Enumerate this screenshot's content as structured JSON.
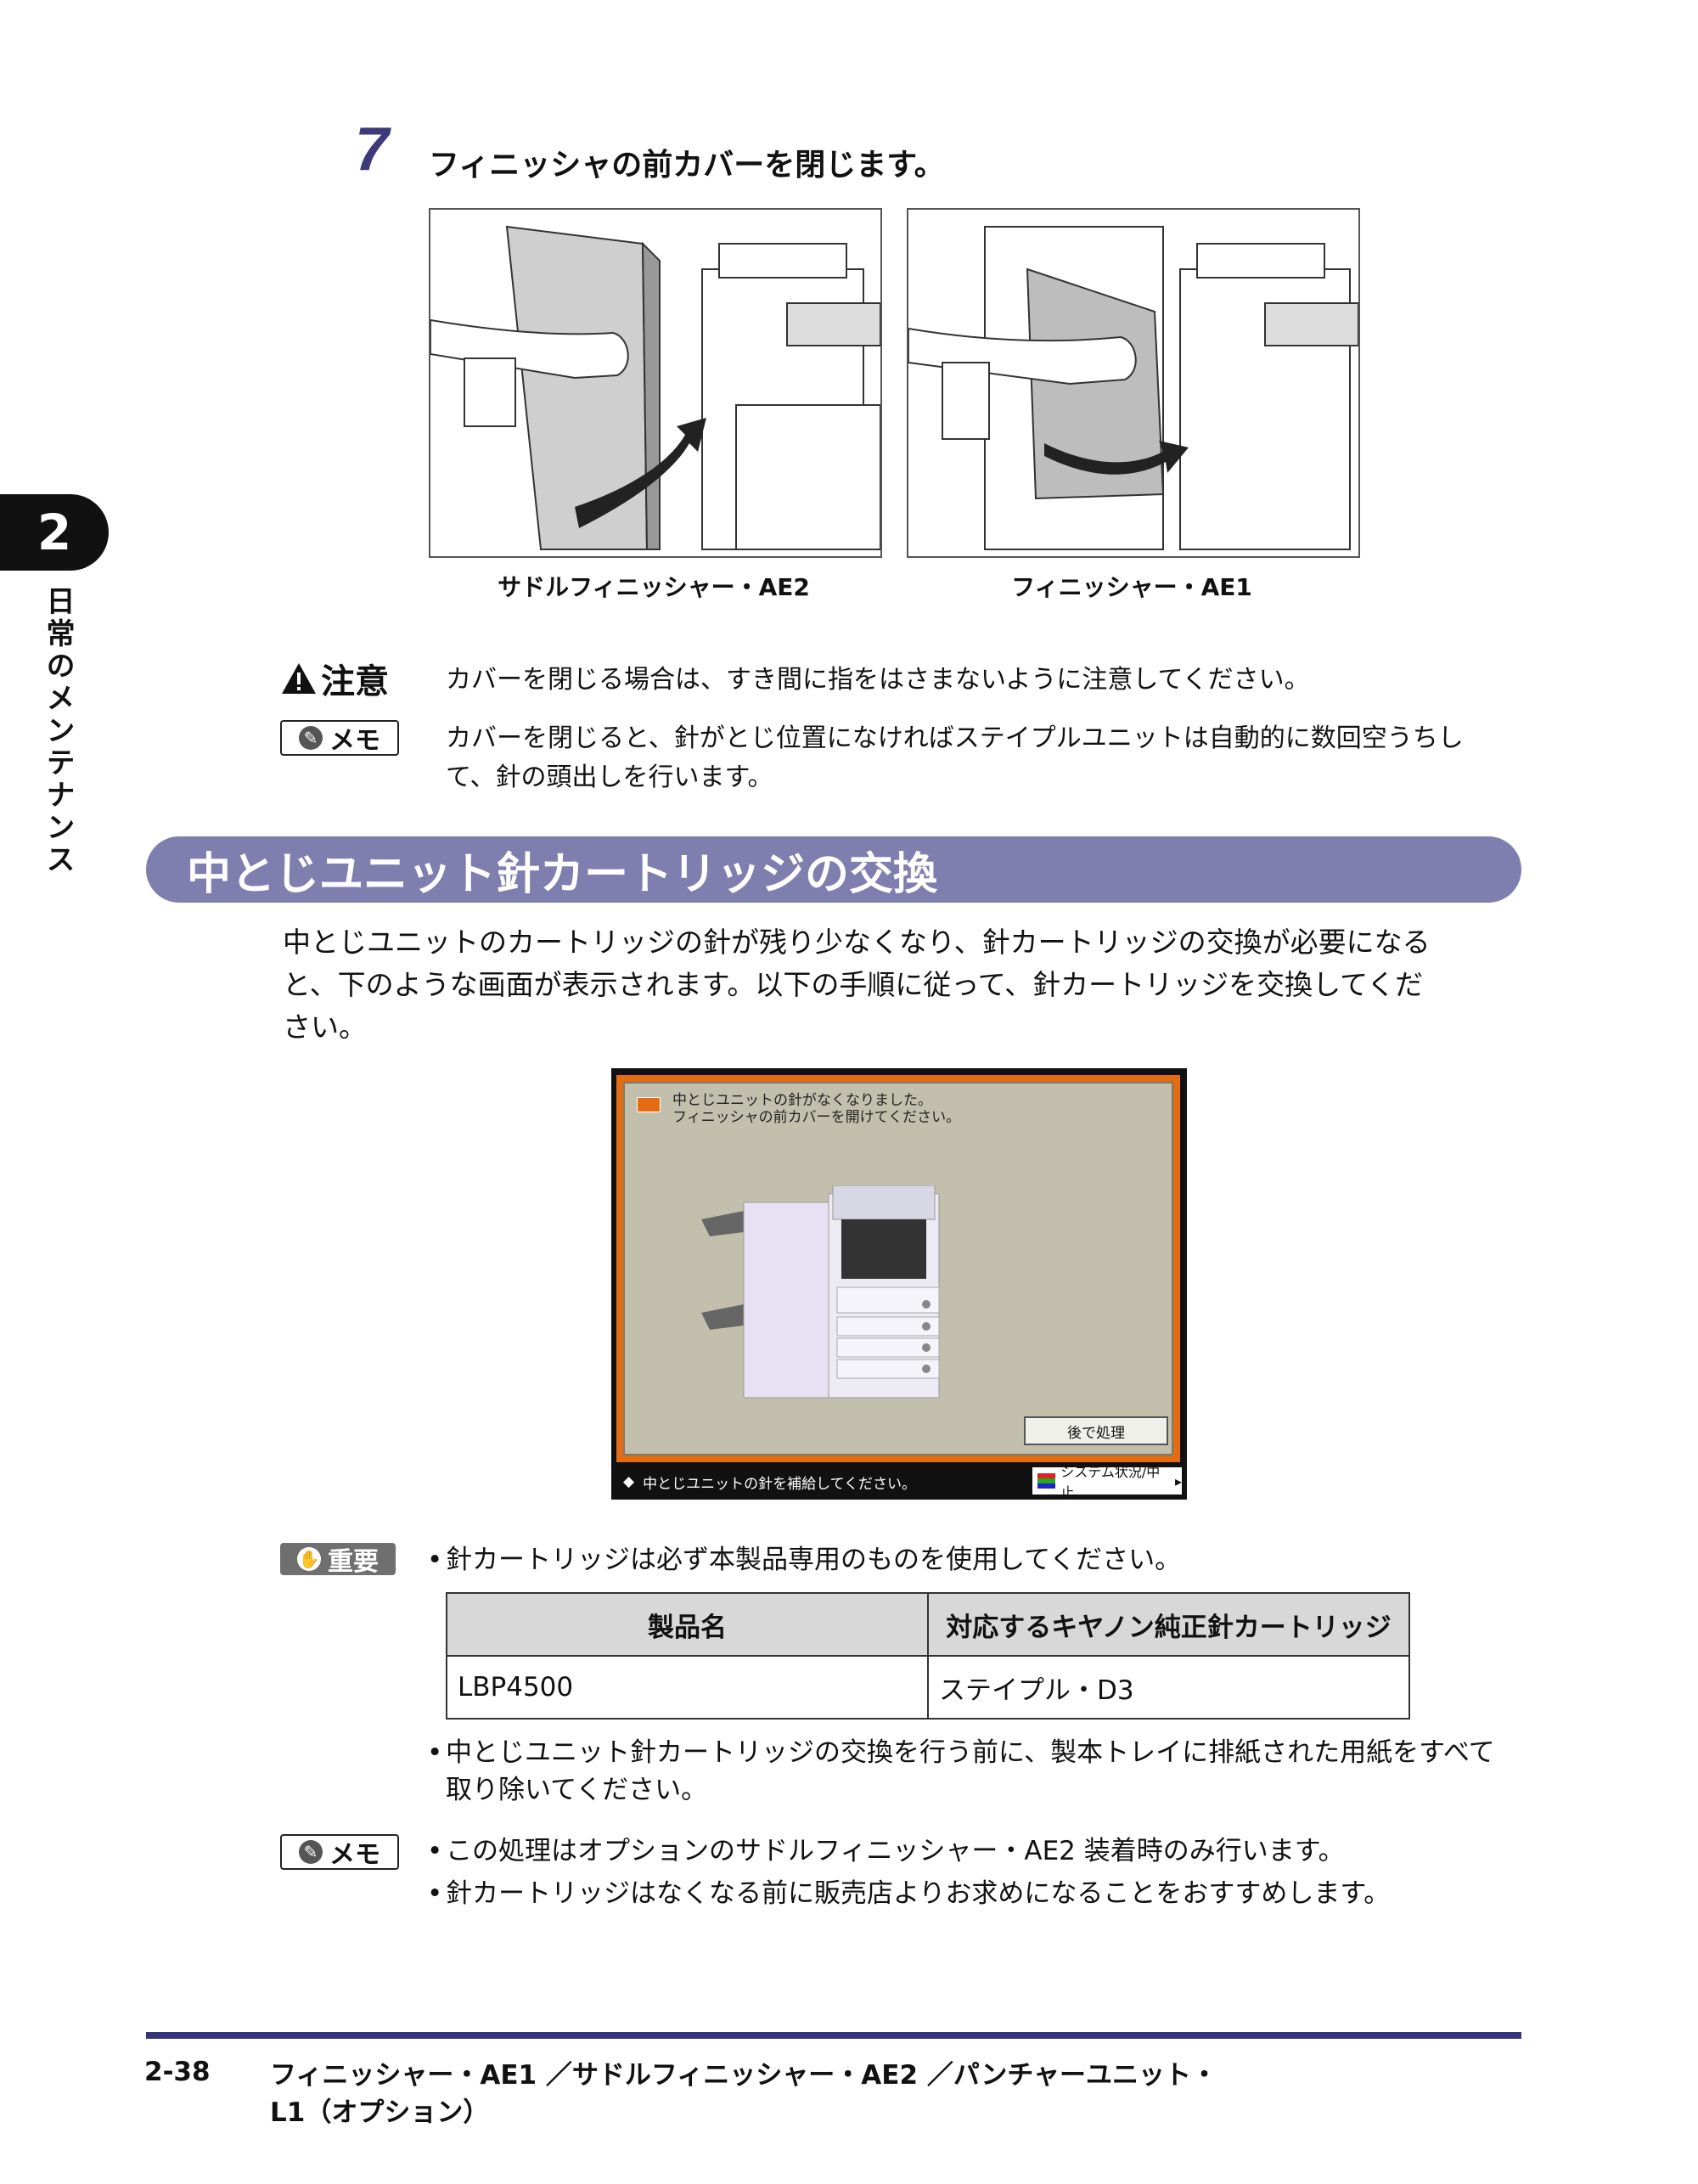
{
  "chapter": {
    "number": "2",
    "title": "日常のメンテナンス"
  },
  "step": {
    "number": "7",
    "text": "フィニッシャの前カバーを閉じます。"
  },
  "figures": [
    {
      "caption": "サドルフィニッシャー・AE2"
    },
    {
      "caption": "フィニッシャー・AE1"
    }
  ],
  "caution": {
    "label": "注意",
    "text": "カバーを閉じる場合は、すき間に指をはさまないように注意してください。"
  },
  "memo1": {
    "label": "メモ",
    "lines": [
      "カバーを閉じると、針がとじ位置になければステイプルユニットは自動的に数回空うちし",
      "て、針の頭出しを行います。"
    ]
  },
  "section": {
    "title": "中とじユニット針カートリッジの交換"
  },
  "body": {
    "lines": [
      "中とじユニットのカートリッジの針が残り少なくなり、針カートリッジの交換が必要になる",
      "と、下のような画面が表示されます。以下の手順に従って、針カートリッジを交換してくだ",
      "さい。"
    ]
  },
  "screen": {
    "message_line1": "中とじユニットの針がなくなりました。",
    "message_line2": "フィニッシャの前カバーを開けてください。",
    "later_button": "後で処理",
    "status_text": "中とじユニットの針を補給してください。",
    "system_button": "システム状況/中止"
  },
  "important": {
    "label": "重要",
    "bullet1": "針カートリッジは必ず本製品専用のものを使用してください。",
    "table": {
      "headers": [
        "製品名",
        "対応するキヤノン純正針カートリッジ"
      ],
      "rows": [
        [
          "LBP4500",
          "ステイプル・D3"
        ]
      ]
    },
    "bullet2_line1": "中とじユニット針カートリッジの交換を行う前に、製本トレイに排紙された用紙をすべて",
    "bullet2_line2": "取り除いてください。"
  },
  "memo2": {
    "label": "メモ",
    "bullet1": "この処理はオプションのサドルフィニッシャー・AE2 装着時のみ行います。",
    "bullet2": "針カートリッジはなくなる前に販売店よりお求めになることをおすすめします。"
  },
  "footer": {
    "page": "2-38",
    "line1": "フィニッシャー・AE1 ／サドルフィニッシャー・AE2 ／パンチャーユニット・",
    "line2": "L1（オプション）"
  },
  "colors": {
    "section_bar": "#7e7eaf",
    "footer_rule": "#34347a",
    "step_number": "#3d3a7a",
    "screen_frame": "#e46c12"
  }
}
